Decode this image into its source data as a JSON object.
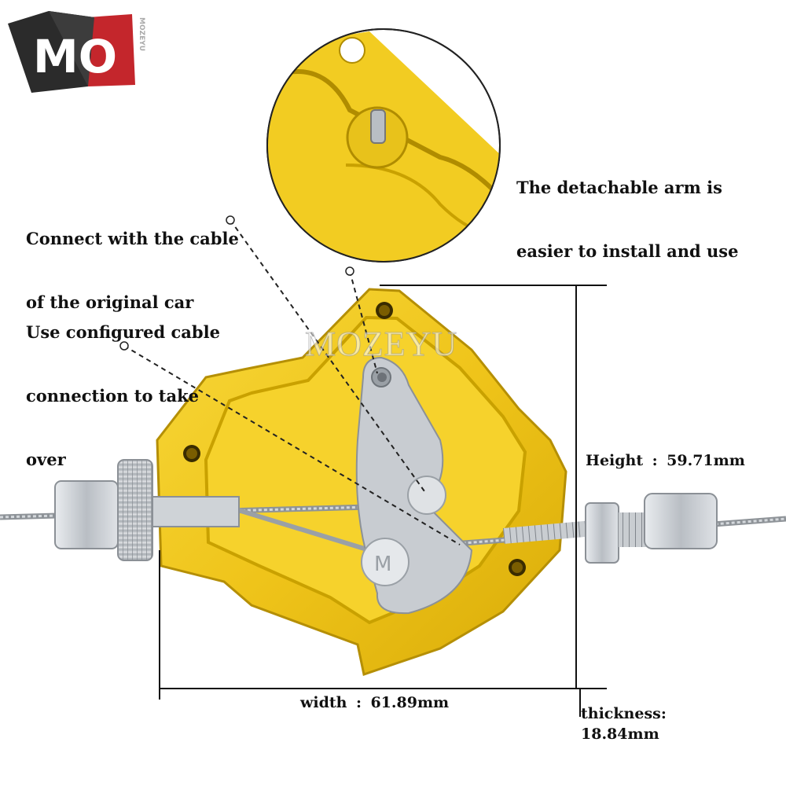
{
  "brand": {
    "logo_text": "MO",
    "logo_side_text": "MOZEYU",
    "watermark": "MOZEYU",
    "colors": {
      "red": "#c4262c",
      "dark": "#2b2b2b",
      "gold": "#f2c91e",
      "gold_dark": "#c9a100",
      "silver": "#c8ccd0"
    }
  },
  "callouts": {
    "arm": [
      "The detachable arm is",
      "easier to install and use"
    ],
    "original_cable": [
      "Connect with the cable",
      "of the original car"
    ],
    "configured_cable": [
      "Use configured cable",
      "connection to take",
      "over"
    ]
  },
  "dimensions": {
    "height": {
      "label": "Height",
      "sep": ":",
      "value": "59.71mm"
    },
    "width": {
      "label": "width",
      "sep": ":",
      "value": "61.89mm"
    },
    "thickness": {
      "label": "thickness:",
      "value": "18.84mm"
    }
  }
}
